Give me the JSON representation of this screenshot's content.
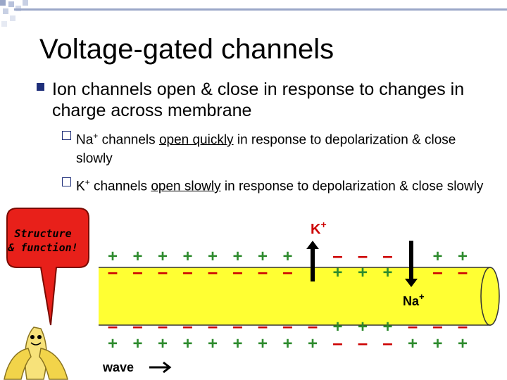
{
  "slide": {
    "title": "Voltage-gated channels",
    "bullet": "Ion channels open & close in response to changes in charge across membrane",
    "subbullets": [
      {
        "ion": "Na",
        "charge": "+",
        "pre": " channels ",
        "underlined": "open quickly",
        "post": " in response to depolarization & close slowly"
      },
      {
        "ion": "K",
        "charge": "+",
        "pre": " channels ",
        "underlined": "open slowly",
        "post": " in response to depolarization & close slowly"
      }
    ]
  },
  "callout": {
    "line1": "Structure",
    "line2": "& function!"
  },
  "diagram": {
    "k_label": "K",
    "na_label": "Na",
    "ion_charge": "+",
    "wave_label": "wave",
    "top_outer": [
      "+",
      "+",
      "+",
      "+",
      "+",
      "+",
      "+",
      "+",
      "",
      "–",
      "–",
      "–",
      "",
      "+",
      "+"
    ],
    "top_inner": [
      "–",
      "–",
      "–",
      "–",
      "–",
      "–",
      "–",
      "–",
      "",
      "+",
      "+",
      "+",
      "",
      "–",
      "–"
    ],
    "bottom_inner": [
      "–",
      "–",
      "–",
      "–",
      "–",
      "–",
      "–",
      "–",
      "–",
      "+",
      "+",
      "+",
      "–",
      "–",
      "–"
    ],
    "bottom_outer": [
      "+",
      "+",
      "+",
      "+",
      "+",
      "+",
      "+",
      "+",
      "+",
      "–",
      "–",
      "–",
      "+",
      "+",
      "+"
    ],
    "colors": {
      "plus": "#2e8b2e",
      "minus": "#cc0000",
      "axon": "#ffff33",
      "bubble": "#e8201a",
      "arrow": "#000000"
    }
  }
}
